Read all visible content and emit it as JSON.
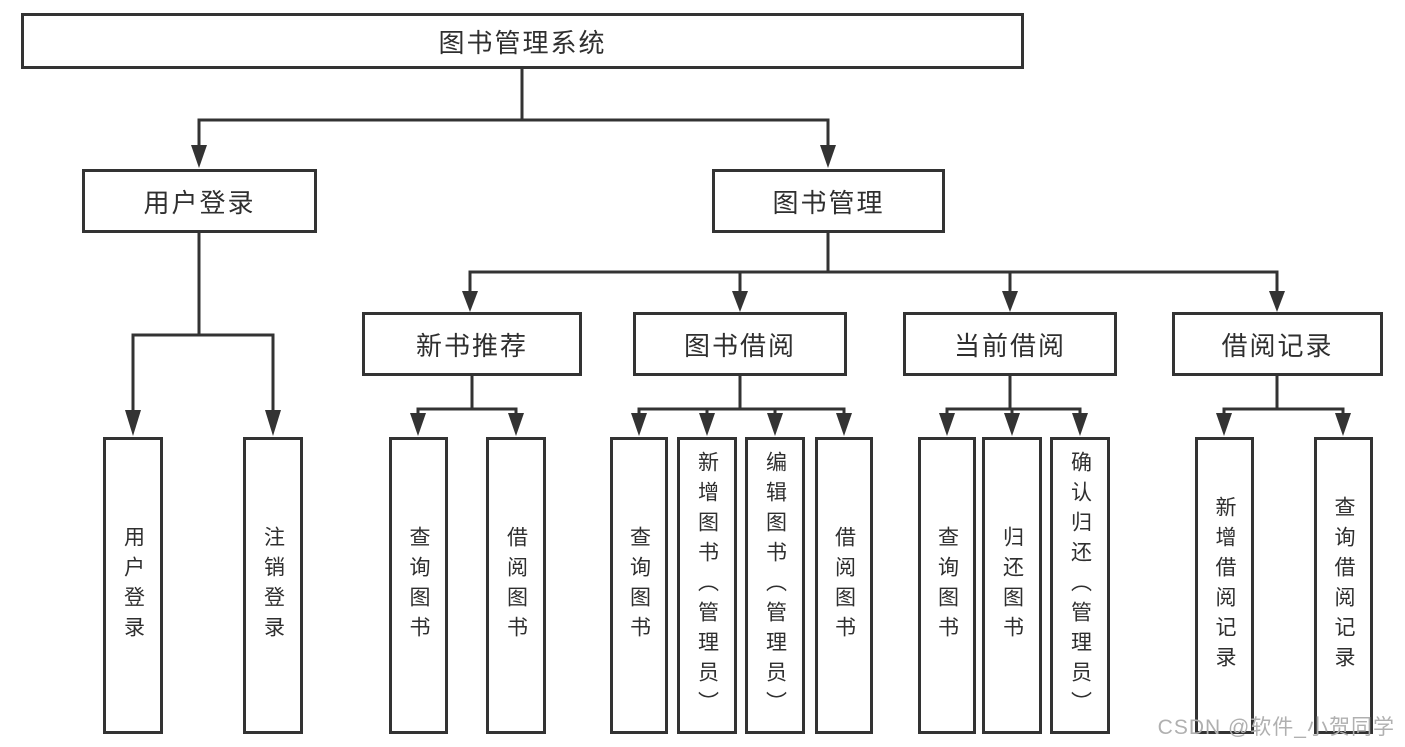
{
  "tree": {
    "root": "图书管理系统",
    "branches": [
      {
        "label": "用户登录",
        "leaves": [
          "用户登录",
          "注销登录"
        ]
      },
      {
        "label": "图书管理",
        "groups": [
          {
            "label": "新书推荐",
            "leaves": [
              "查询图书",
              "借阅图书"
            ]
          },
          {
            "label": "图书借阅",
            "leaves": [
              "查询图书",
              "新增图书（管理员）",
              "编辑图书（管理员）",
              "借阅图书"
            ]
          },
          {
            "label": "当前借阅",
            "leaves": [
              "查询图书",
              "归还图书",
              "确认归还（管理员）"
            ]
          },
          {
            "label": "借阅记录",
            "leaves": [
              "新增借阅记录",
              "查询借阅记录"
            ]
          }
        ]
      }
    ]
  },
  "watermark": {
    "text": "CSDN @软件_小贺同学"
  },
  "colors": {
    "line": "#333333",
    "text": "#2f2f2f",
    "background": "#ffffff",
    "watermark": "#b0b0b0"
  }
}
